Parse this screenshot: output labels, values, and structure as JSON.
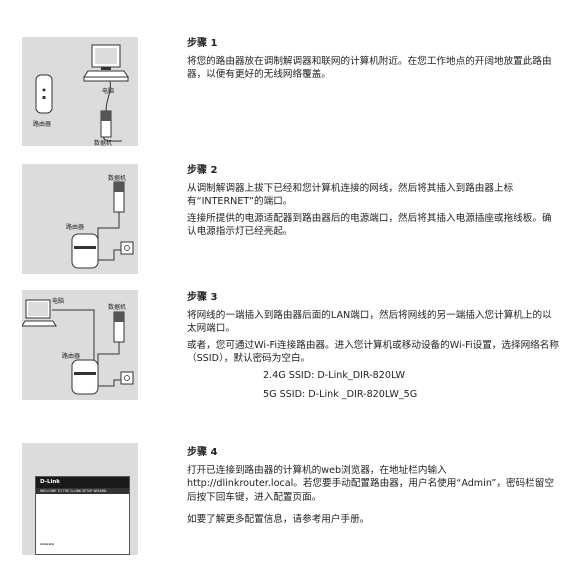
{
  "steps": [
    {
      "title": "步骤 1",
      "paragraphs": [
        "将您的路由器放在调制解调器和联网的计算机附近。在您工作地点的开阔地放置此路由器，以便有更好的无线网络覆盖。"
      ],
      "labels": {
        "computer": "电脑",
        "router": "路由器",
        "modem": "数据机"
      }
    },
    {
      "title": "步骤 2",
      "paragraphs": [
        "从调制解调器上拔下已经和您计算机连接的网线，然后将其插入到路由器上标有“INTERNET”的端口。",
        "连接所提供的电源适配器到路由器后的电源端口，然后将其插入电源插座或拖线板。确认电源指示灯已经亮起。"
      ],
      "labels": {
        "modem": "数据机",
        "router": "路由器"
      }
    },
    {
      "title": "步骤 3",
      "paragraphs": [
        "将网线的一端插入到路由器后面的LAN端口，然后将网线的另一端插入您计算机上的以太网端口。",
        "或者，您可通过Wi-Fi连接路由器。进入您计算机或移动设备的Wi-Fi设置，选择网络名称（SSID），默认密码为空白。"
      ],
      "ssid": [
        "2.4G SSID: D-Link_DIR-820LW",
        "5G SSID: D-Link _DIR-820LW_5G"
      ],
      "labels": {
        "computer": "电脑",
        "modem": "数据机",
        "router": "路由器"
      }
    },
    {
      "title": "步骤 4",
      "paragraphs": [
        "打开已连接到路由器的计算机的web浏览器，在地址栏内输入http://dlinkrouter.local。若您要手动配置路由器，用户名使用“Admin”，密码栏留空后按下回车键，进入配置页面。",
        "如要了解更多配置信息，请参考用户手册。"
      ],
      "browser": {
        "brand": "D-Link",
        "bar": "WELCOME TO THE D-LINK SETUP WIZARD"
      }
    }
  ],
  "colors": {
    "panel": "#dcdcdc",
    "text": "#222222"
  }
}
